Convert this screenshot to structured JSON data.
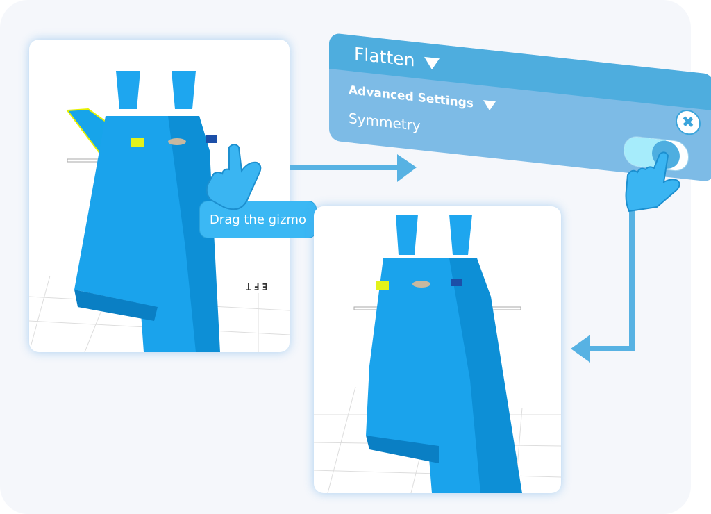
{
  "tooltip": {
    "text": "Drag the gizmo"
  },
  "viewport_left": {
    "axis_label_mirrored": "EFT"
  },
  "panel": {
    "title": "Flatten",
    "advanced_settings_label": "Advanced Settings",
    "symmetry_label": "Symmetry",
    "symmetry_on": true,
    "close_icon": "close-x-icon"
  },
  "colors": {
    "accent": "#4eadde",
    "model": "#1aa3ec",
    "arrow": "#57b2e3"
  }
}
